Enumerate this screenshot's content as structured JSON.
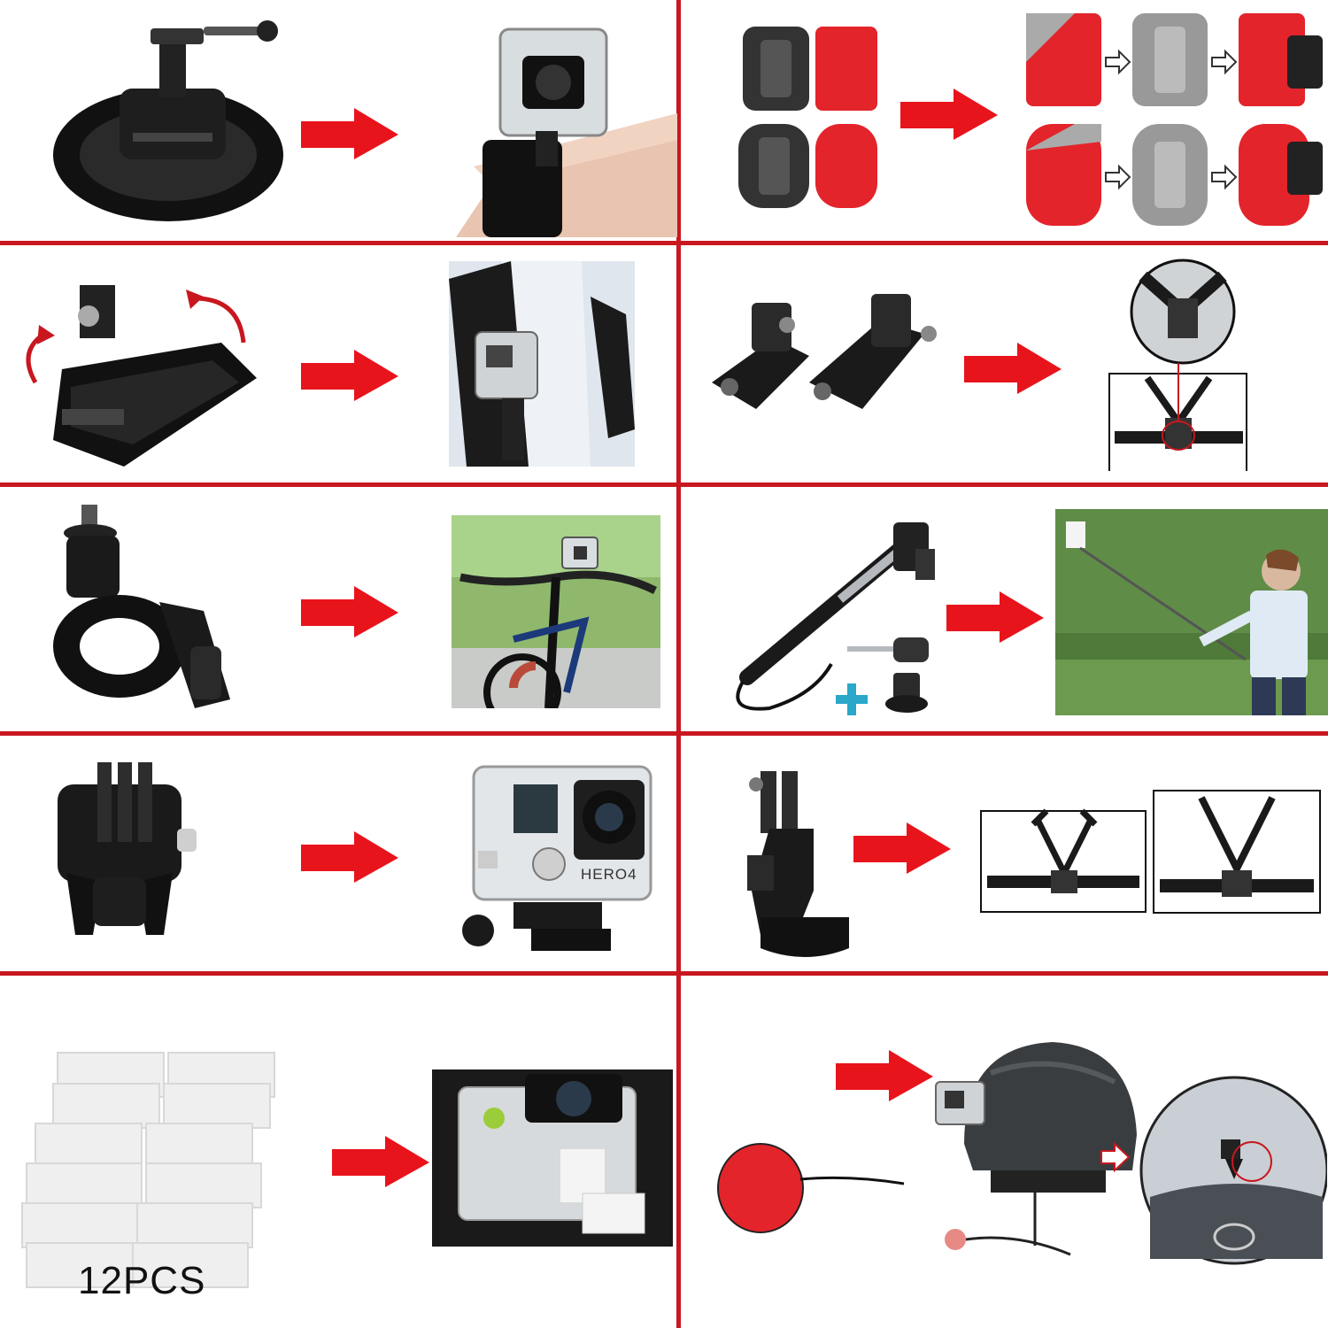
{
  "colors": {
    "divider": "#c8171f",
    "arrow": "#e8141c",
    "plus": "#2aa7c9",
    "adhesive": "#e3242b",
    "black_part": "#1a1a1a"
  },
  "labels": {
    "anti_fog_count": "12PCS",
    "camera_brand_text": "HERO4"
  },
  "panels": [
    {
      "id": "wrist-strap",
      "part_icon": "wrist-strap-mount-icon",
      "result_icon": "camera-on-wrist-icon"
    },
    {
      "id": "adhesive-mounts",
      "part_icon": "adhesive-mounts-icon",
      "result_icon": "adhesive-apply-steps-icon"
    },
    {
      "id": "backpack-clip",
      "part_icon": "rotating-clip-icon",
      "result_icon": "camera-on-backpack-icon"
    },
    {
      "id": "extension-arms",
      "part_icon": "extension-arms-icon",
      "result_icon": "chest-harness-detail-icon"
    },
    {
      "id": "handlebar-mount",
      "part_icon": "handlebar-clamp-icon",
      "result_icon": "camera-on-bike-icon"
    },
    {
      "id": "selfie-stick",
      "part_icon": "telescopic-pole-icon",
      "result_icon": "person-with-pole-icon"
    },
    {
      "id": "quick-release",
      "part_icon": "quick-release-buckle-icon",
      "result_icon": "camera-housing-icon"
    },
    {
      "id": "j-hook",
      "part_icon": "j-hook-mount-icon",
      "result_icon": "chest-harness-icon"
    },
    {
      "id": "anti-fog",
      "part_icon": "anti-fog-inserts-icon",
      "result_icon": "housing-with-inserts-icon"
    },
    {
      "id": "helmet-tether",
      "part_icon": "tether-pad-icon",
      "result_icon": "helmet-and-car-icon"
    }
  ]
}
